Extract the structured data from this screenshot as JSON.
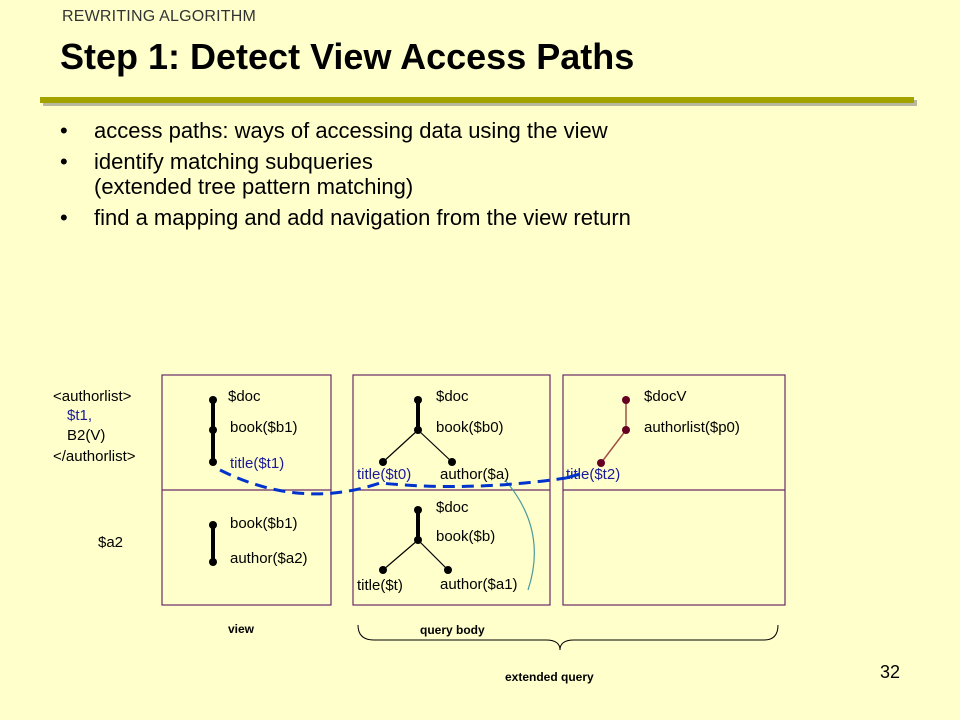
{
  "header": {
    "kicker": "REWRITING ALGORITHM",
    "title": "Step 1: Detect View Access Paths"
  },
  "bullets": [
    {
      "text": "access paths: ways of accessing data using the view"
    },
    {
      "text": "identify matching subqueries",
      "sub": "(extended tree pattern matching)"
    },
    {
      "text": "find a mapping and add navigation from the view return"
    }
  ],
  "bullet_symbol": "•",
  "diagram": {
    "view_return": {
      "open_tag": "<authorlist>",
      "item1": "$t1,",
      "item2": "B2(V)",
      "close_tag": "</authorlist>",
      "var": "$a2"
    },
    "view_box": {
      "top": {
        "root": "$doc",
        "n1": "book($b1)",
        "n2": "title($t1)"
      },
      "bottom": {
        "n1": "book($b1)",
        "n2": "author($a2)"
      }
    },
    "query_box": {
      "top": {
        "root": "$doc",
        "n1": "book($b0)",
        "left": "title($t0)",
        "right": "author($a)"
      },
      "bottom": {
        "root": "$doc",
        "n1": "book($b)",
        "left": "title($t)",
        "right": "author($a1)"
      }
    },
    "ext_box": {
      "root": "$docV",
      "n1": "authorlist($p0)",
      "leaf": "title($t2)"
    },
    "labels": {
      "view": "view",
      "query_body": "query body",
      "extended_query": "extended query"
    },
    "colors": {
      "text_blue": "#1a1a99",
      "dashed": "#0033cc",
      "box_border": "#6a2a6a",
      "dot_dark": "#000000",
      "dot_red": "#660022",
      "edge_red": "#a0524a",
      "curve": "#4a9a9a"
    }
  },
  "page_number": "32"
}
